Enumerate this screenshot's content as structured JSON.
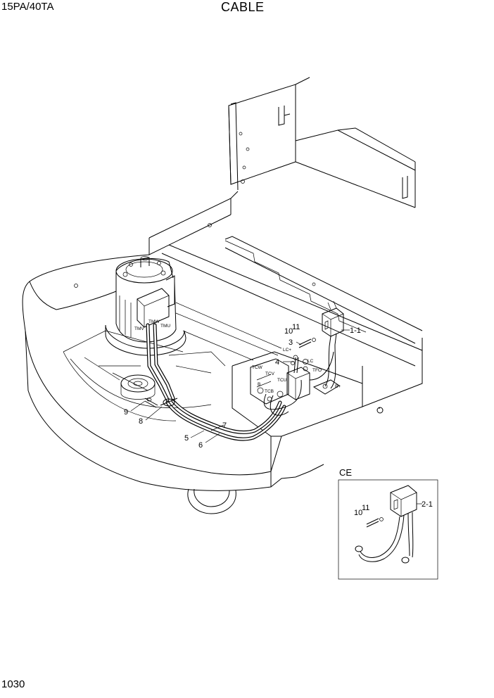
{
  "header": {
    "model": "15PA/40TA",
    "title": "CABLE"
  },
  "footer": {
    "page_number": "1030"
  },
  "callouts": {
    "p1_1": "1-1",
    "p3": "3",
    "p4": "4",
    "p5": "5",
    "p6": "6",
    "p7": "7",
    "p8": "8",
    "p9": "9",
    "p10": "10",
    "p11": "11"
  },
  "terminals": {
    "tmv": "TMV",
    "tmw": "TMW",
    "tmu": "TMU",
    "tcw": "TCW",
    "tcv": "TCV",
    "tcu": "TCU",
    "tcb": "TCB",
    "tfo": "TFO",
    "lc": "LC",
    "lc_plus": "LC+",
    "b": "B",
    "b_plus": "B+"
  },
  "inset": {
    "label": "CE",
    "p2_1": "2-1",
    "p10": "10",
    "p11": "11"
  }
}
